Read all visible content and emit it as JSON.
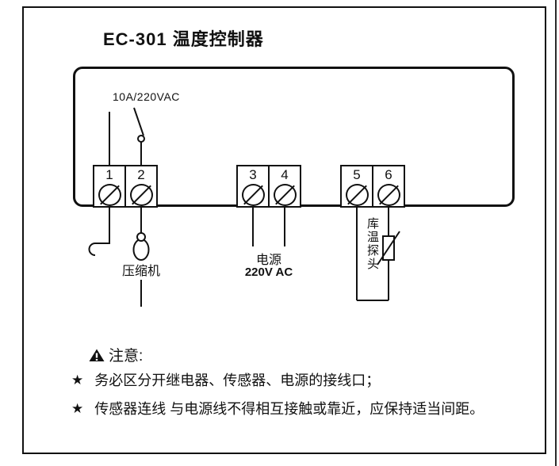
{
  "page": {
    "title": "EC-301 温度控制器"
  },
  "controller": {
    "relay_rating": "10A/220VAC",
    "terminals": [
      "1",
      "2",
      "3",
      "4",
      "5",
      "6"
    ]
  },
  "labels": {
    "compressor": "压缩机",
    "power": "电源",
    "power_voltage": "220V AC",
    "probe": "库温探头"
  },
  "notes": {
    "bullet": "★",
    "heading": "注意:",
    "items": [
      "务必区分开继电器、传感器、电源的接线口；",
      "传感器连线 与电源线不得相互接触或靠近，应保持适当间距。"
    ]
  },
  "colors": {
    "ink": "#111111",
    "background": "#ffffff"
  }
}
